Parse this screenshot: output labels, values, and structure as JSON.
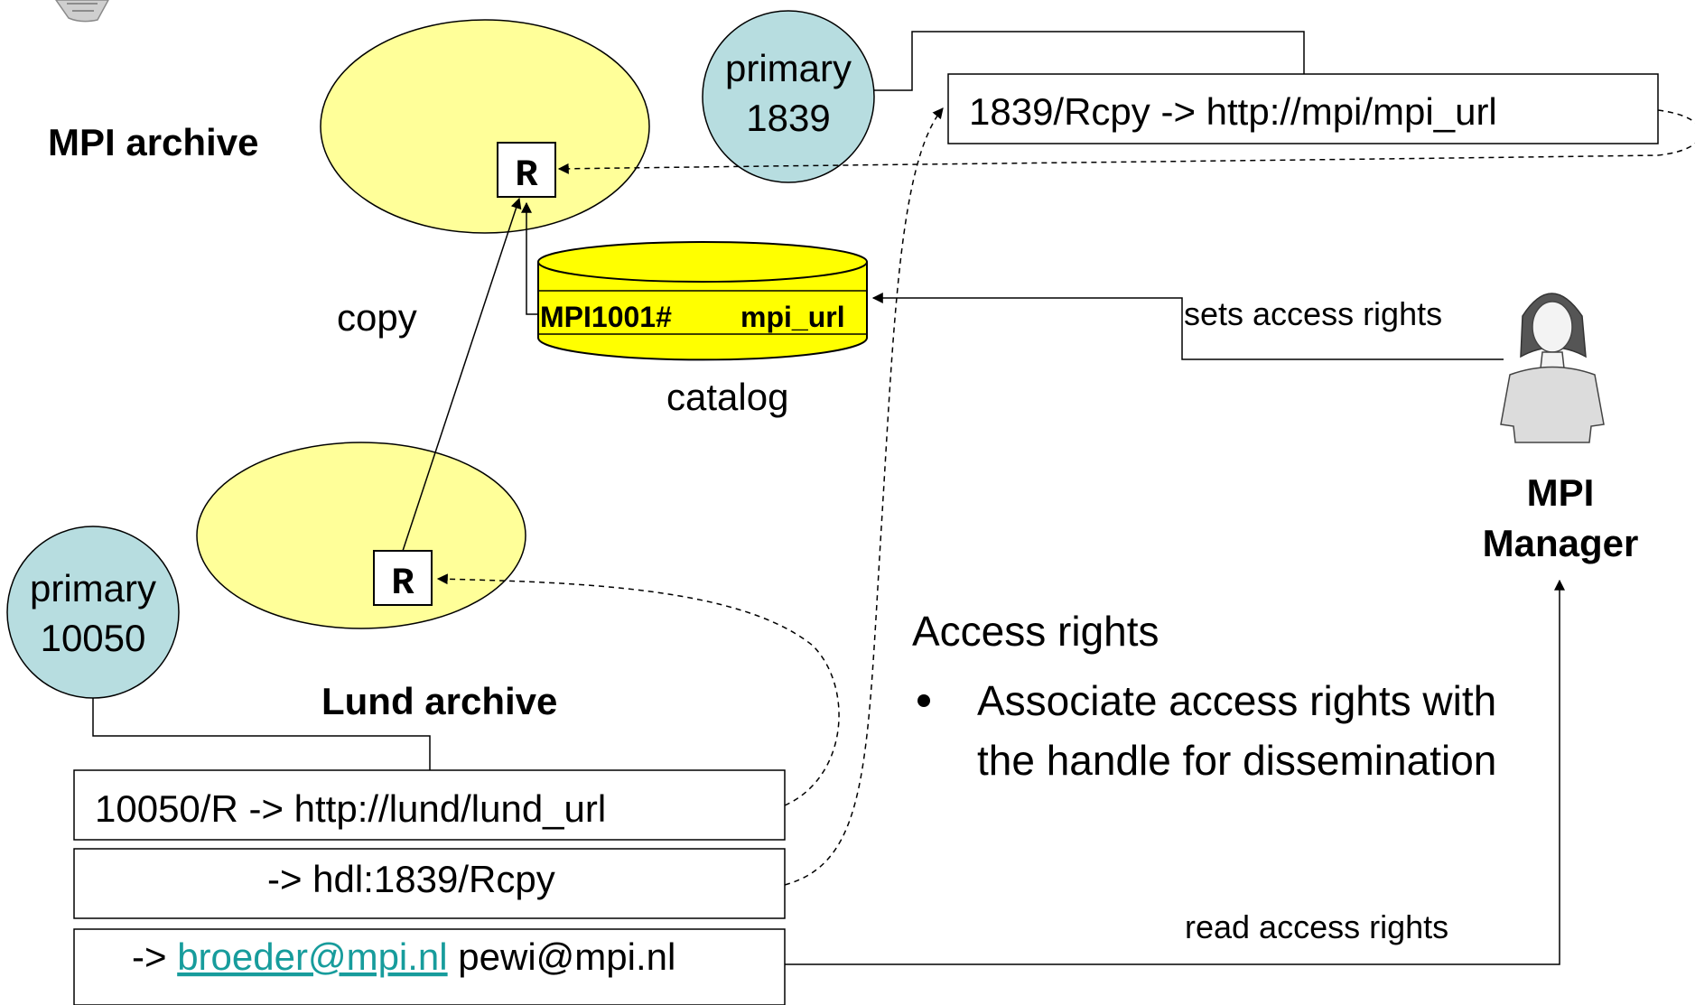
{
  "archives": {
    "mpi": {
      "label": "MPI archive",
      "object_label": "R"
    },
    "lund": {
      "label": "Lund archive",
      "object_label": "R"
    }
  },
  "copy_label": "copy",
  "catalog": {
    "label": "catalog",
    "key": "MPI1001#",
    "value": "mpi_url"
  },
  "servers": {
    "primary_1839": {
      "line1": "primary",
      "line2": "1839"
    },
    "primary_10050": {
      "line1": "primary",
      "line2": "10050"
    }
  },
  "handle_records": {
    "mpi_record": "1839/Rcpy -> http://mpi/mpi_url",
    "lund_record": "10050/R -> http://lund/lund_url",
    "redirect_record": "-> hdl:1839/Rcpy",
    "contacts_prefix": "->",
    "contact_link": "broeder@mpi.nl",
    "contact_plain": "pewi@mpi.nl"
  },
  "manager": {
    "line1": "MPI",
    "line2": "Manager",
    "sets_label": "sets access rights",
    "reads_label": "read access rights"
  },
  "access_rights": {
    "heading": "Access rights",
    "bullet_line1": "Associate access rights with",
    "bullet_line2": "the handle for dissemination"
  },
  "colors": {
    "archive_fill": "#ffff99",
    "catalog_fill": "#ffff00",
    "server_fill": "#b7dde0",
    "link": "#179c9c"
  }
}
